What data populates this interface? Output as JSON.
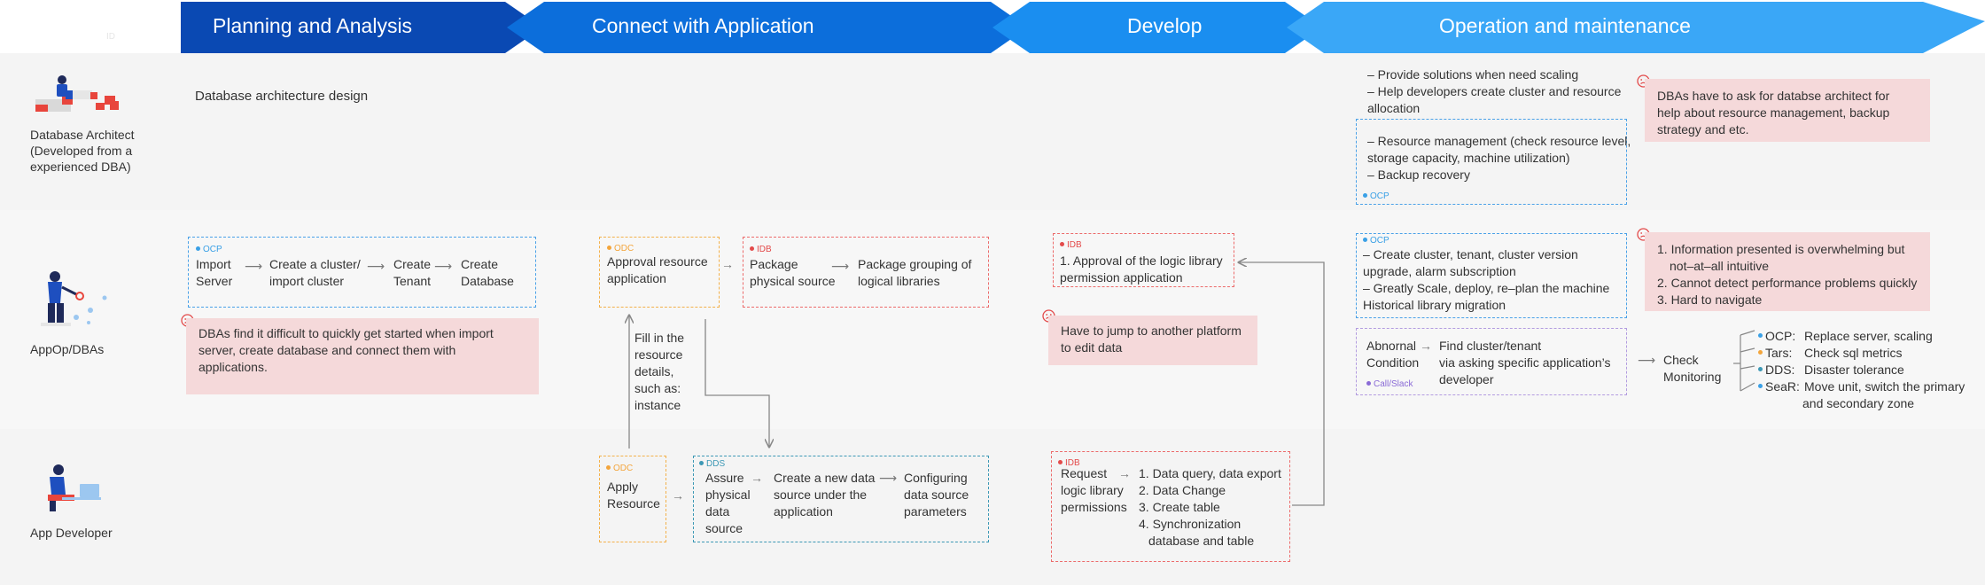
{
  "header": {
    "small_tag": "ID",
    "phases": [
      {
        "label": "Planning and Analysis"
      },
      {
        "label": "Connect with Application"
      },
      {
        "label": "Develop"
      },
      {
        "label": "Operation and maintenance"
      }
    ],
    "colors": [
      "#0a49b3",
      "#0c6edb",
      "#1a8ef0",
      "#3aa7f7"
    ]
  },
  "roles": [
    {
      "icon": "database-architect-icon",
      "label_lines": [
        "Database Architect",
        "(Developed from a",
        "experienced DBA)"
      ]
    },
    {
      "icon": "appop-dba-icon",
      "label_lines": [
        "AppOp/DBAs"
      ]
    },
    {
      "icon": "app-developer-icon",
      "label_lines": [
        "App Developer"
      ]
    }
  ],
  "architect": {
    "planning_text": "Database architecture design",
    "ops_text": {
      "lines": [
        "– Provide solutions when need scaling",
        "– Help developers create cluster and resource",
        "allocation"
      ]
    },
    "ops_box": {
      "lines": [
        "– Resource management (check resource level,",
        "storage capacity, machine utilization)",
        "– Backup recovery"
      ],
      "tag": "OCP"
    },
    "pain": {
      "lines": [
        "DBAs have to ask for databse architect for",
        "help about resource management, backup",
        "strategy and etc."
      ]
    }
  },
  "appop": {
    "planning_box": {
      "tag": "OCP",
      "steps": [
        {
          "lines": [
            "Import",
            "Server"
          ]
        },
        {
          "lines": [
            "Create a cluster/",
            "import cluster"
          ]
        },
        {
          "lines": [
            "Create",
            "Tenant"
          ]
        },
        {
          "lines": [
            "Create",
            "Database"
          ]
        }
      ]
    },
    "planning_pain": {
      "lines": [
        "DBAs find it difficult to quickly get started when import",
        "server, create database and connect them with",
        "applications."
      ]
    },
    "connect_box1": {
      "tag": "ODC",
      "lines": [
        "Approval resource",
        "application"
      ]
    },
    "connect_box2": {
      "tag": "IDB",
      "steps": [
        {
          "lines": [
            "Package",
            "physical source"
          ]
        },
        {
          "lines": [
            "Package grouping of",
            "logical libraries"
          ]
        }
      ]
    },
    "fill_text": {
      "lines": [
        "Fill in the",
        "resource",
        "details,",
        "such as:",
        "instance"
      ]
    },
    "develop_box": {
      "tag": "IDB",
      "lines": [
        "1. Approval of the logic library",
        "permission application"
      ]
    },
    "develop_pain": {
      "lines": [
        "Have to jump to another platform",
        "to edit data"
      ]
    },
    "ops_box1": {
      "tag": "OCP",
      "lines": [
        "– Create cluster, tenant, cluster version",
        "upgrade, alarm subscription",
        "– Greatly Scale, deploy, re–plan the machine",
        "Historical library migration"
      ]
    },
    "ops_box2": {
      "tag": "Call/Slack",
      "left_lines": [
        "Abnornal",
        "Condition"
      ],
      "right_lines": [
        "Find cluster/tenant",
        "via asking specific application’s",
        "developer"
      ]
    },
    "check_monitoring": {
      "lines": [
        "Check",
        "Monitoring"
      ]
    },
    "monitoring_items": [
      {
        "name": "OCP:",
        "desc": "Replace server, scaling",
        "color": "#3aa0e6"
      },
      {
        "name": "Tars:",
        "desc": "Check sql metrics",
        "color": "#f3a53c"
      },
      {
        "name": "DDS:",
        "desc": "Disaster tolerance",
        "color": "#3c98b5"
      },
      {
        "name": "SeaR:",
        "desc": "Move unit, switch the primary",
        "desc2": "and secondary zone",
        "color": "#3aa0e6"
      }
    ],
    "ops_pain": {
      "lines": [
        "1. Information presented is overwhelming but",
        "not–at–all intuitive",
        "2. Cannot detect performance problems quickly",
        "3. Hard to navigate"
      ]
    }
  },
  "developer": {
    "apply_box": {
      "tag": "ODC",
      "lines": [
        "Apply",
        "Resource"
      ]
    },
    "dds_box": {
      "tag": "DDS",
      "steps": [
        {
          "lines": [
            "Assure",
            "physical",
            "data",
            "source"
          ]
        },
        {
          "lines": [
            "Create a new data",
            "source under the",
            "application"
          ]
        },
        {
          "lines": [
            "Configuring",
            "data source",
            "parameters"
          ]
        }
      ]
    },
    "develop_box": {
      "tag": "IDB",
      "left_lines": [
        "Request",
        "logic library",
        "permissions"
      ],
      "list_lines": [
        "1. Data query, data export",
        "2. Data Change",
        "3. Create table",
        "4. Synchronization",
        "database and table"
      ]
    }
  }
}
